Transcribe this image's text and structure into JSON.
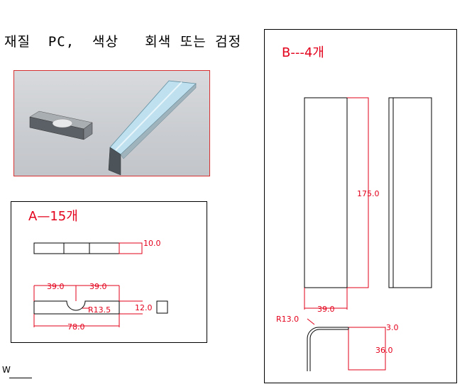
{
  "title": "재질  PC,  색상   회색 또는 검정",
  "panel_a": {
    "heading": "A—15개",
    "dims": {
      "length_top": "10.0",
      "left_half": "39.0",
      "right_half": "39.0",
      "radius": "R13.5",
      "height": "12.0",
      "total": "78.0"
    }
  },
  "panel_b": {
    "heading": "B---4개",
    "dims": {
      "length": "175.0",
      "width": "39.0",
      "radius": "R13.0",
      "thickness": "3.0",
      "flange": "36.0"
    }
  },
  "footer": {
    "text": "W"
  },
  "colors": {
    "dimension": "#e3001b",
    "frame": "#000000",
    "photo_border": "#d63030"
  }
}
